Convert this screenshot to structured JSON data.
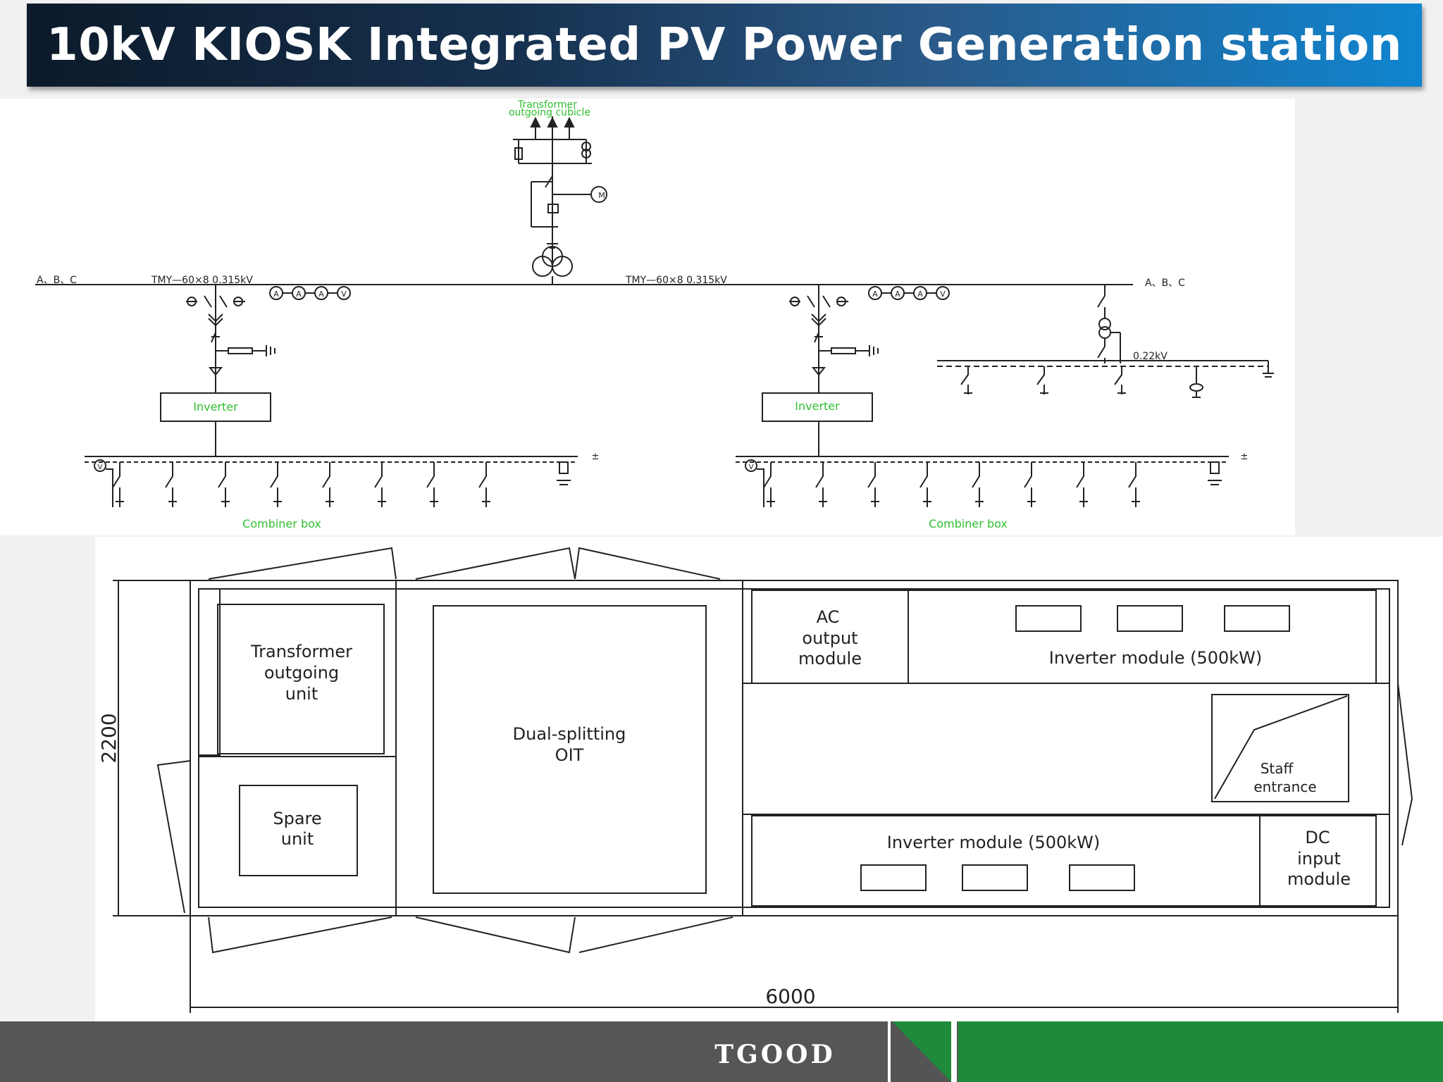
{
  "title": "10kV KIOSK Integrated PV Power Generation station",
  "colors": {
    "title_gradient_start": "#0c1a2a",
    "title_gradient_end": "#0f85d0",
    "label_green": "#2fbf2f",
    "footer_gray": "#575657",
    "footer_green": "#1e8a3a"
  },
  "schematic": {
    "transformer_cubicle_label_line1": "Transformer",
    "transformer_cubicle_label_line2": "outgoing cubicle",
    "bus_left_phases": "A、B、C",
    "bus_left_spec": "TMY—60×8  0.315kV",
    "bus_right_spec": "TMY—60×8  0.315kV",
    "bus_right_phases": "A、B、C",
    "aux_bus_voltage": "0.22kV",
    "inverter_left": "Inverter",
    "inverter_right": "Inverter",
    "combiner_left": "Combiner box",
    "combiner_right": "Combiner box",
    "meter_glyphs": [
      "A",
      "A",
      "A",
      "V"
    ],
    "voltmeter_glyph": "V",
    "motor_glyph": "M",
    "polarity": "±"
  },
  "layout_plan": {
    "transformer_unit_line1": "Transformer",
    "transformer_unit_line2": "outgoing",
    "transformer_unit_line3": "unit",
    "spare_unit_line1": "Spare",
    "spare_unit_line2": "unit",
    "oit_line1": "Dual-splitting",
    "oit_line2": "OIT",
    "ac_output_line1": "AC",
    "ac_output_line2": "output",
    "ac_output_line3": "module",
    "inverter_top": "Inverter module (500kW)",
    "inverter_bottom": "Inverter module (500kW)",
    "staff_line1": "Staff",
    "staff_line2": "entrance",
    "dc_input_line1": "DC",
    "dc_input_line2": "input",
    "dc_input_line3": "module",
    "dimension_height": "2200",
    "dimension_width": "6000"
  },
  "footer": {
    "logo_text": "TGOOD"
  }
}
